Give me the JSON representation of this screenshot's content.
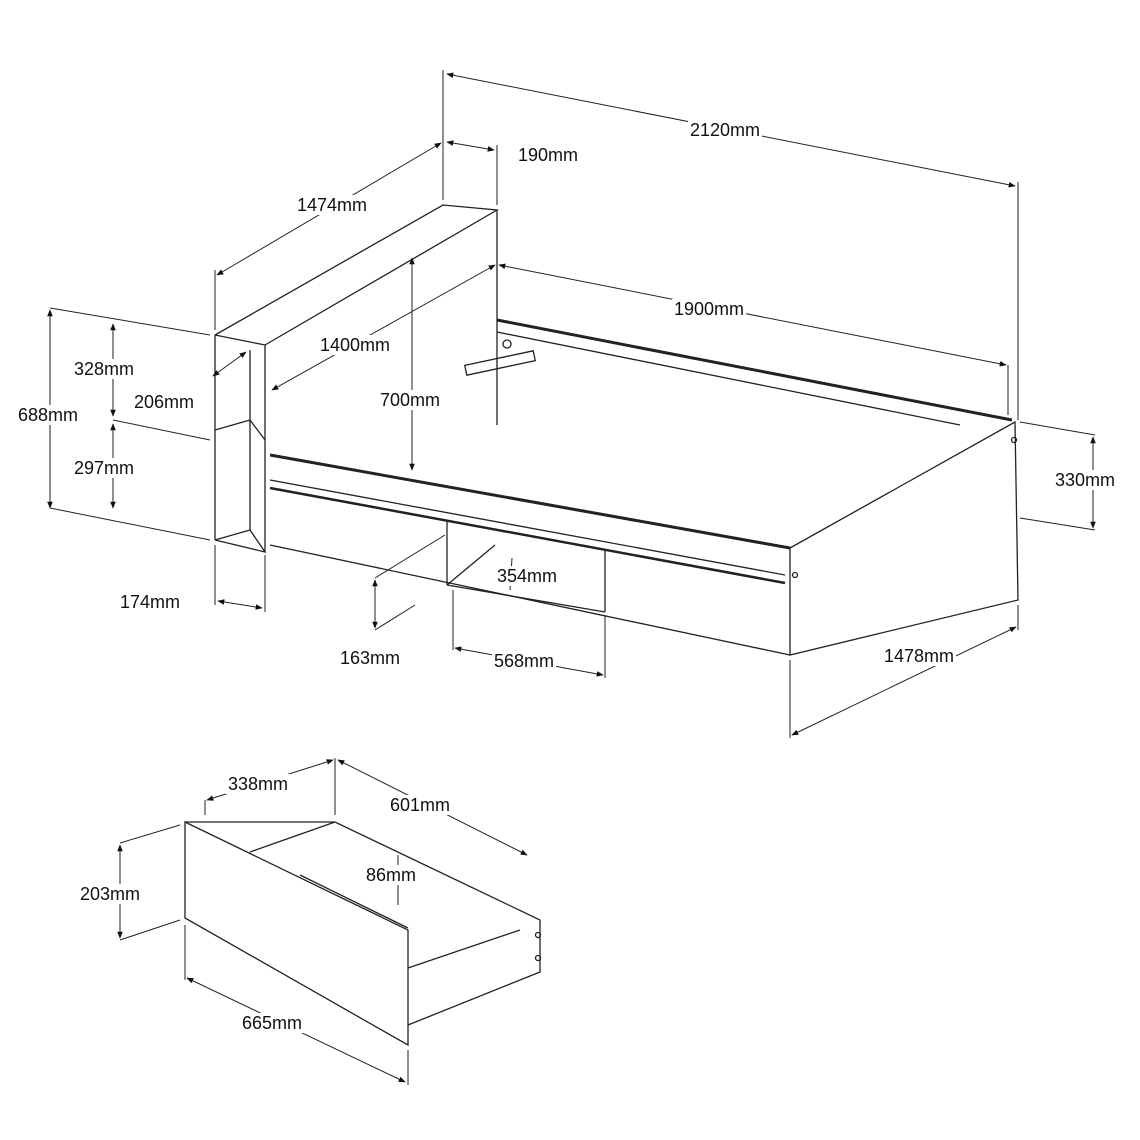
{
  "bed": {
    "overall_length": "2120mm",
    "headboard_depth": "190mm",
    "headboard_width": "1474mm",
    "mattress_length": "1900mm",
    "mattress_width": "1400mm",
    "headboard_height_above": "700mm",
    "headboard_total_height": "688mm",
    "upper_shelf_height": "328mm",
    "lower_shelf_height": "297mm",
    "shelf_depth": "206mm",
    "shelf_width": "174mm",
    "frame_height": "330mm",
    "frame_width": "1478mm",
    "opening_height": "163mm",
    "opening_width": "568mm",
    "opening_depth": "354mm"
  },
  "drawer": {
    "depth_inner": "338mm",
    "length": "601mm",
    "inner_height": "86mm",
    "height": "203mm",
    "front_width": "665mm"
  }
}
